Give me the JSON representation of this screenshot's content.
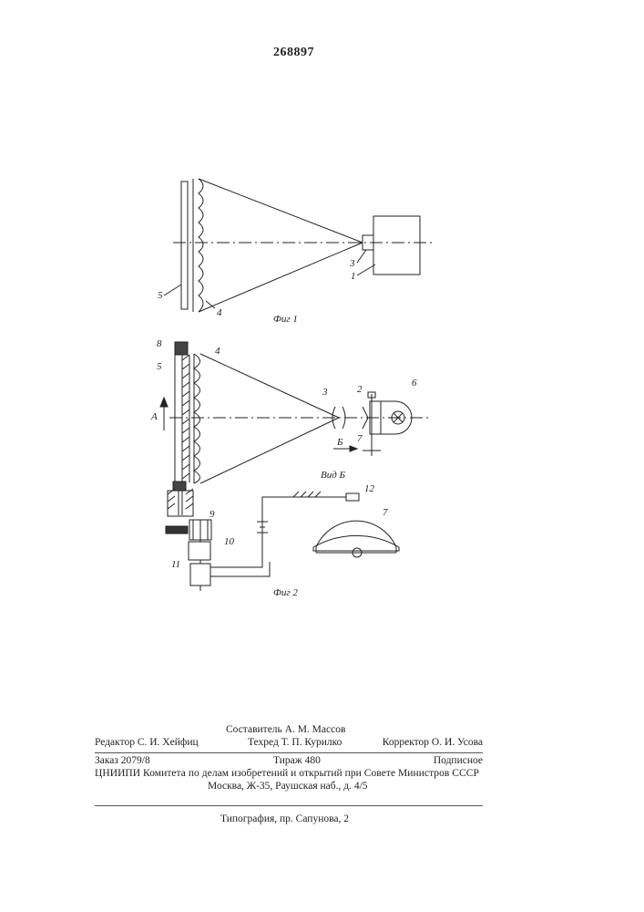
{
  "patent_number": "268897",
  "fig1": {
    "caption": "Фиг 1",
    "labels": {
      "l5": "5",
      "l4": "4",
      "l3": "3",
      "l1": "1"
    }
  },
  "fig2": {
    "caption": "Фиг 2",
    "view_caption": "Вид Б",
    "arrow_a": "А",
    "arrow_b": "Б",
    "labels": {
      "l8": "8",
      "l5": "5",
      "l4": "4",
      "l3": "3",
      "l2": "2",
      "l6": "6",
      "l7a": "7",
      "l9": "9",
      "l10": "10",
      "l11": "11",
      "l12": "12",
      "l7b": "7"
    }
  },
  "colophon": {
    "compiler": "Составитель А. М. Массов",
    "editor": "Редактор С. И. Хейфиц",
    "techred": "Техред Т. П. Курилко",
    "corrector": "Корректор О. И. Усова",
    "order": "Заказ 2079/8",
    "print_run": "Тираж 480",
    "subscription": "Подписное",
    "institute_line1": "ЦНИИПИ Комитета по делам изобретений и открытий при Совете Министров СССР",
    "institute_line2": "Москва, Ж-35, Раушская наб., д. 4/5",
    "printing": "Типография, пр. Сапунова, 2"
  }
}
